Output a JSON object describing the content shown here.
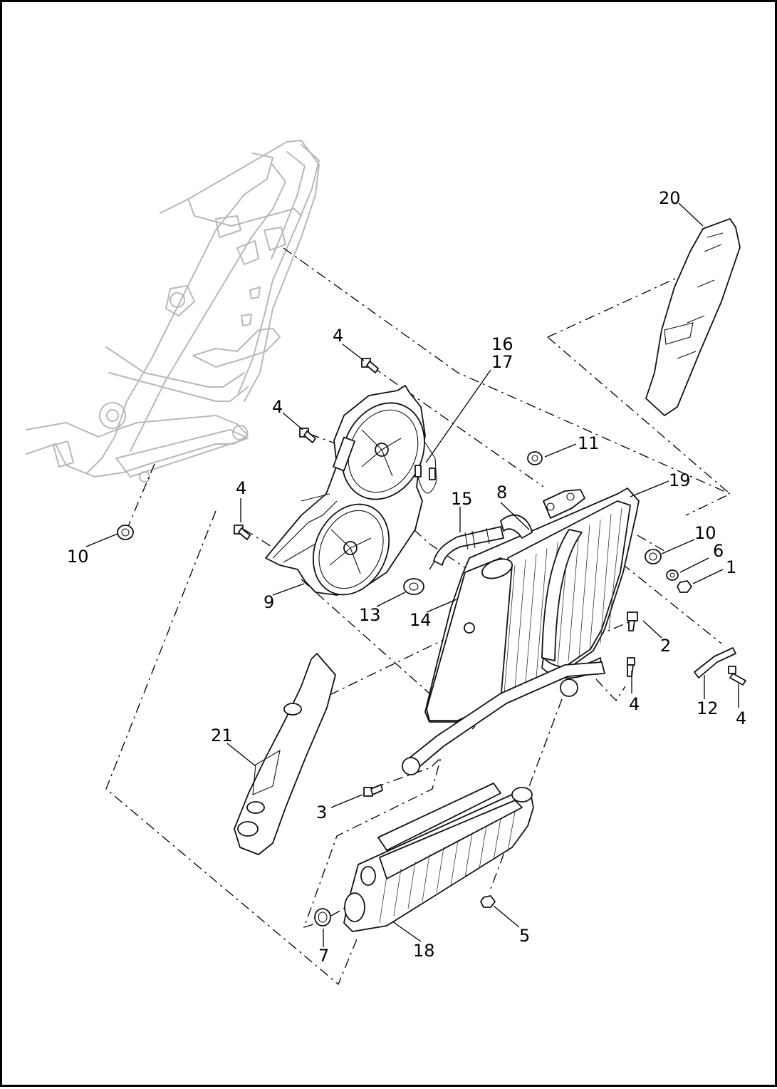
{
  "callouts": [
    {
      "id": "c1",
      "text": "1"
    },
    {
      "id": "c2",
      "text": "2"
    },
    {
      "id": "c3",
      "text": "3"
    },
    {
      "id": "c4a",
      "text": "4"
    },
    {
      "id": "c4b",
      "text": "4"
    },
    {
      "id": "c4c",
      "text": "4"
    },
    {
      "id": "c4d",
      "text": "4"
    },
    {
      "id": "c4e",
      "text": "4"
    },
    {
      "id": "c5",
      "text": "5"
    },
    {
      "id": "c6",
      "text": "6"
    },
    {
      "id": "c7",
      "text": "7"
    },
    {
      "id": "c8",
      "text": "8"
    },
    {
      "id": "c9",
      "text": "9"
    },
    {
      "id": "c10a",
      "text": "10"
    },
    {
      "id": "c10b",
      "text": "10"
    },
    {
      "id": "c11",
      "text": "11"
    },
    {
      "id": "c12",
      "text": "12"
    },
    {
      "id": "c13",
      "text": "13"
    },
    {
      "id": "c14",
      "text": "14"
    },
    {
      "id": "c15",
      "text": "15"
    },
    {
      "id": "c16",
      "text": "16"
    },
    {
      "id": "c17",
      "text": "17"
    },
    {
      "id": "c18",
      "text": "18"
    },
    {
      "id": "c19",
      "text": "19"
    },
    {
      "id": "c20",
      "text": "20"
    },
    {
      "id": "c21",
      "text": "21"
    }
  ],
  "colors": {
    "line": "#111111",
    "frame_ghost": "#b8b8b8",
    "background": "#ffffff"
  }
}
